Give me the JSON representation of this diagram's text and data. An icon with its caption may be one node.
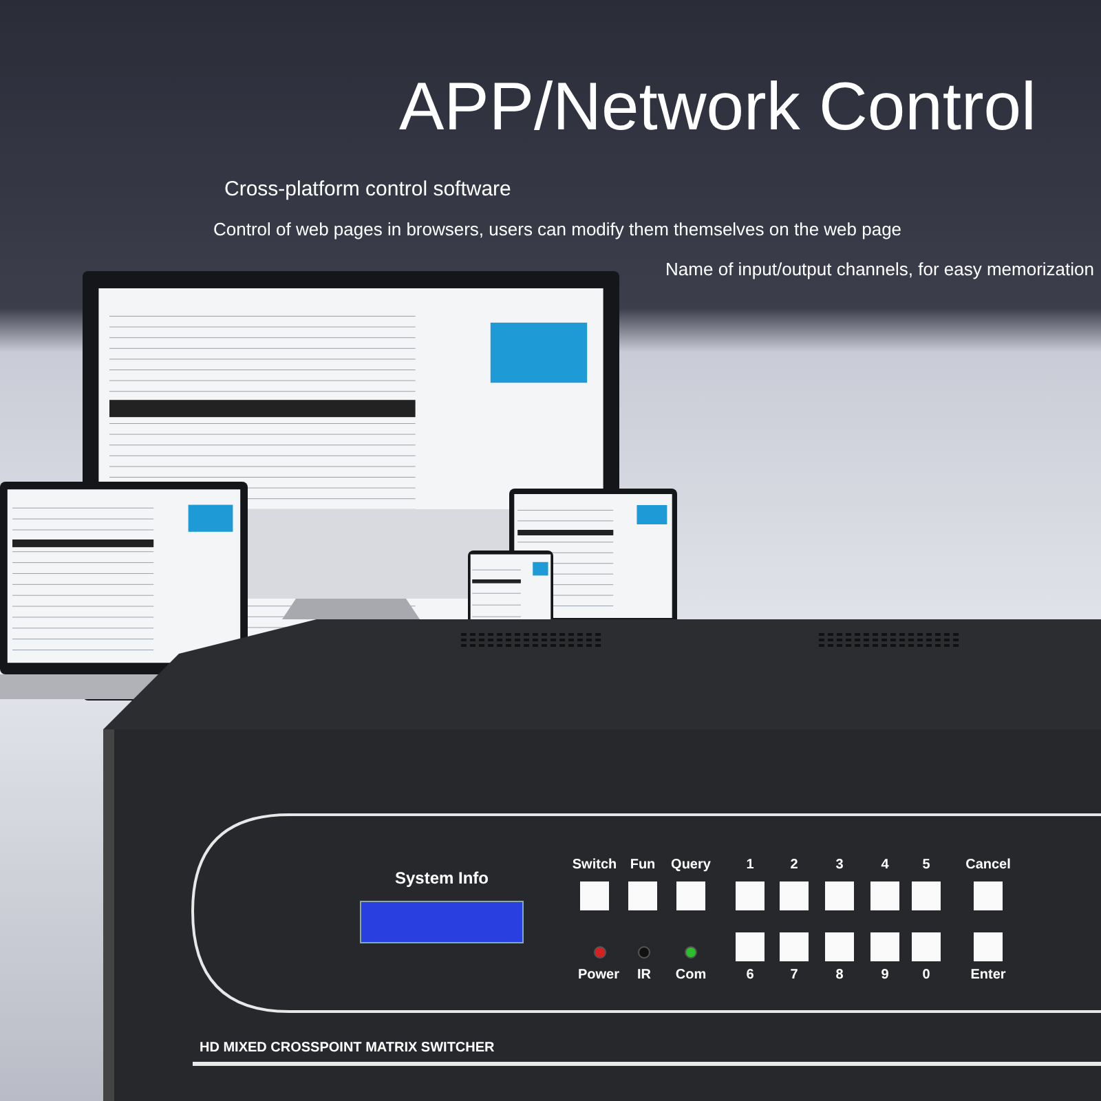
{
  "diagram": {
    "title": "APP/Network Control",
    "labels": [
      "Cross-platform control software",
      "Control of web pages in browsers, users can modify them themselves on the web page",
      "Name of input/output channels, for easy memorization",
      "System Info",
      "Switch",
      "Fun",
      "Query",
      "1",
      "2",
      "3",
      "4",
      "5",
      "Cancel",
      "Power",
      "IR",
      "Com",
      "6",
      "7",
      "8",
      "9",
      "0",
      "Enter",
      "HD MIXED CROSSPOINT MATRIX SWITCHER"
    ]
  }
}
